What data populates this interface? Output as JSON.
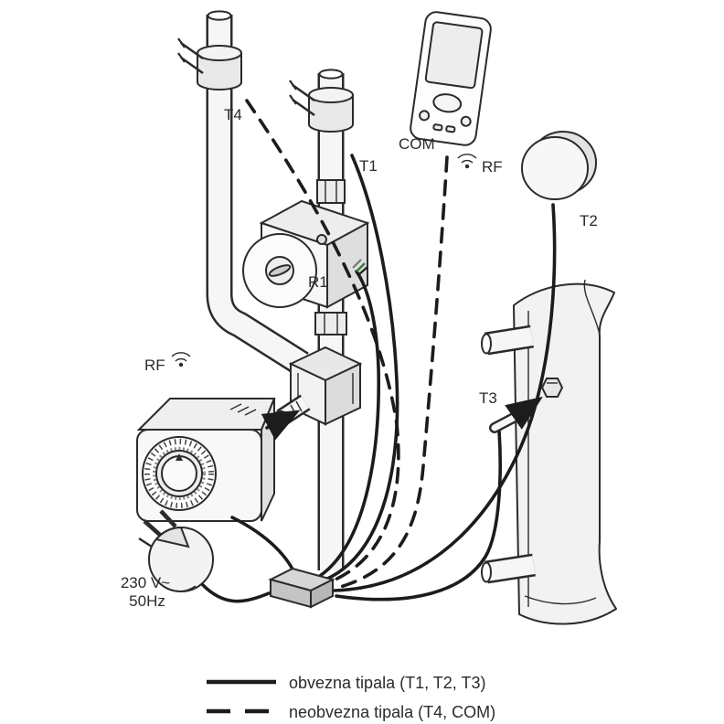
{
  "labels": {
    "t4": "T4",
    "t1": "T1",
    "com": "COM",
    "rf_com": "RF",
    "t2": "T2",
    "r1": "R1",
    "rf_actuator": "RF",
    "t3": "T3",
    "power_voltage": "230 V~",
    "power_freq": "50Hz"
  },
  "legend": {
    "solid_label": "obvezna tipala (T1, T2, T3)",
    "dashed_label": "neobvezna tipala (T4, COM)"
  },
  "icons": {
    "rf_signal": "radio-waves",
    "arrow": "solid-arrowhead"
  },
  "colors": {
    "background": "#ffffff",
    "stroke": "#2b2b2b",
    "cable": "#1c1c1c",
    "fill_light": "#f6f6f6",
    "fill_mid": "#e6e6e6",
    "fill_dark": "#c9c9c9",
    "wire_green": "#3a7d44"
  }
}
